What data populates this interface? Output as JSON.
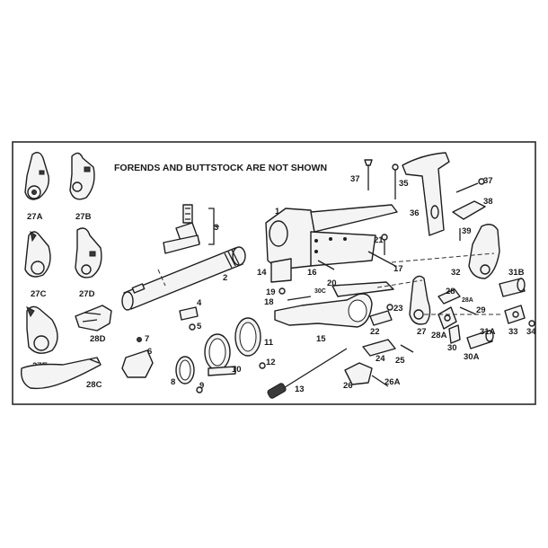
{
  "note": "FORENDS AND BUTTSTOCK ARE NOT SHOWN",
  "labels": {
    "l1": "1",
    "l2": "2",
    "l3": "3",
    "l4": "4",
    "l5": "5",
    "l6": "6",
    "l7": "7",
    "l8": "8",
    "l9": "9",
    "l10": "10",
    "l11": "11",
    "l12": "12",
    "l13": "13",
    "l14": "14",
    "l15": "15",
    "l16": "16",
    "l17": "17",
    "l18": "18",
    "l19": "19",
    "l20": "20",
    "l21": "21",
    "l22": "22",
    "l23": "23",
    "l24": "24",
    "l25": "25",
    "l26": "26",
    "l26a": "26A",
    "l27": "27",
    "l27a": "27A",
    "l27b": "27B",
    "l27c": "27C",
    "l27d": "27D",
    "l27e": "27E",
    "l28": "28",
    "l28a": "28A",
    "l28a2": "28A",
    "l28c": "28C",
    "l28d": "28D",
    "l29": "29",
    "l30": "30",
    "l30a": "30A",
    "l30c": "30C",
    "l31a": "31A",
    "l31b": "31B",
    "l32": "32",
    "l33": "33",
    "l34": "34",
    "l35": "35",
    "l36": "36",
    "l37a": "37",
    "l37b": "37",
    "l38": "38",
    "l39": "39"
  }
}
